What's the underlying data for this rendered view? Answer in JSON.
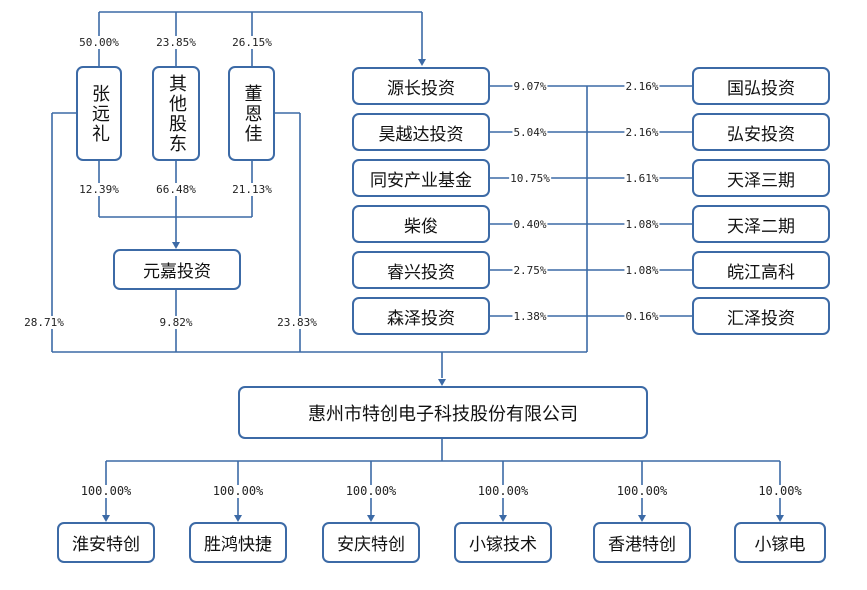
{
  "diagram": {
    "shareholders": [
      {
        "name": "张远礼",
        "pct_company": "50.00%",
        "pct_yuanjia": "12.39%",
        "pct_direct": "28.71%"
      },
      {
        "name": "其他股东",
        "pct_company": "23.85%",
        "pct_yuanjia": "66.48%"
      },
      {
        "name": "董恩佳",
        "pct_company": "26.15%",
        "pct_yuanjia": "21.13%",
        "pct_direct": "23.83%"
      }
    ],
    "yuanjia": {
      "name": "元嘉投资",
      "pct_direct": "9.82%"
    },
    "left_investors": [
      {
        "name": "源长投资",
        "pct": "9.07%"
      },
      {
        "name": "昊越达投资",
        "pct": "5.04%"
      },
      {
        "name": "同安产业基金",
        "pct": "10.75%"
      },
      {
        "name": "柴俊",
        "pct": "0.40%"
      },
      {
        "name": "睿兴投资",
        "pct": "2.75%"
      },
      {
        "name": "森泽投资",
        "pct": "1.38%"
      }
    ],
    "right_investors": [
      {
        "name": "国弘投资",
        "pct": "2.16%"
      },
      {
        "name": "弘安投资",
        "pct": "2.16%"
      },
      {
        "name": "天泽三期",
        "pct": "1.61%"
      },
      {
        "name": "天泽二期",
        "pct": "1.08%"
      },
      {
        "name": "皖江高科",
        "pct": "1.08%"
      },
      {
        "name": "汇泽投资",
        "pct": "0.16%"
      }
    ],
    "company": {
      "name": "惠州市特创电子科技股份有限公司"
    },
    "subsidiaries": [
      {
        "name": "淮安特创",
        "pct": "100.00%"
      },
      {
        "name": "胜鸿快捷",
        "pct": "100.00%"
      },
      {
        "name": "安庆特创",
        "pct": "100.00%"
      },
      {
        "name": "小镓技术",
        "pct": "100.00%"
      },
      {
        "name": "香港特创",
        "pct": "100.00%"
      },
      {
        "name": "小镓电",
        "pct": "10.00%"
      }
    ],
    "line_color": "#3c6aa6"
  }
}
